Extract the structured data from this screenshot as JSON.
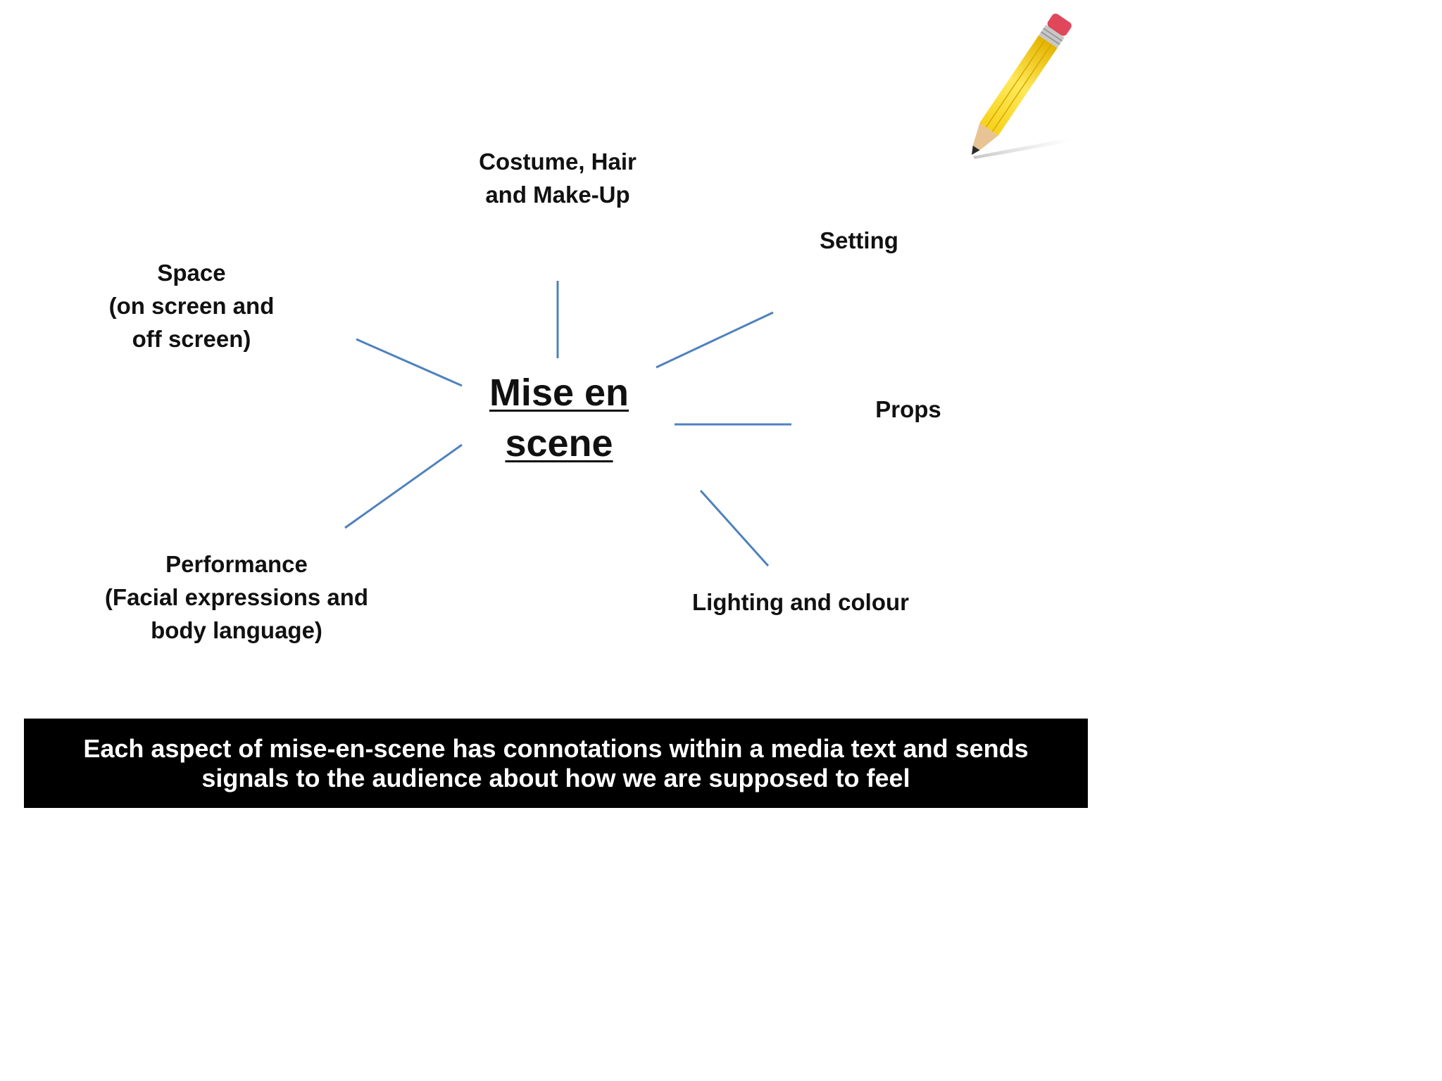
{
  "diagram": {
    "center": {
      "line1": "Mise en",
      "line2": "scene"
    },
    "nodes": {
      "costume": {
        "line1": "Costume, Hair",
        "line2": "and Make-Up"
      },
      "setting": {
        "line1": "Setting"
      },
      "space": {
        "line1": "Space",
        "line2": "(on screen and",
        "line3": "off screen)"
      },
      "props": {
        "line1": "Props"
      },
      "performance": {
        "line1": "Performance",
        "line2": "(Facial expressions and",
        "line3": "body language)"
      },
      "lighting": {
        "line1": "Lighting and colour"
      }
    },
    "line_color": "#4f81bd"
  },
  "banner": {
    "text": "Each aspect of mise-en-scene has connotations within a media text and sends signals to the audience about how we are supposed to feel",
    "background": "#000000",
    "color": "#ffffff"
  },
  "decoration": {
    "icon": "pencil-icon"
  }
}
